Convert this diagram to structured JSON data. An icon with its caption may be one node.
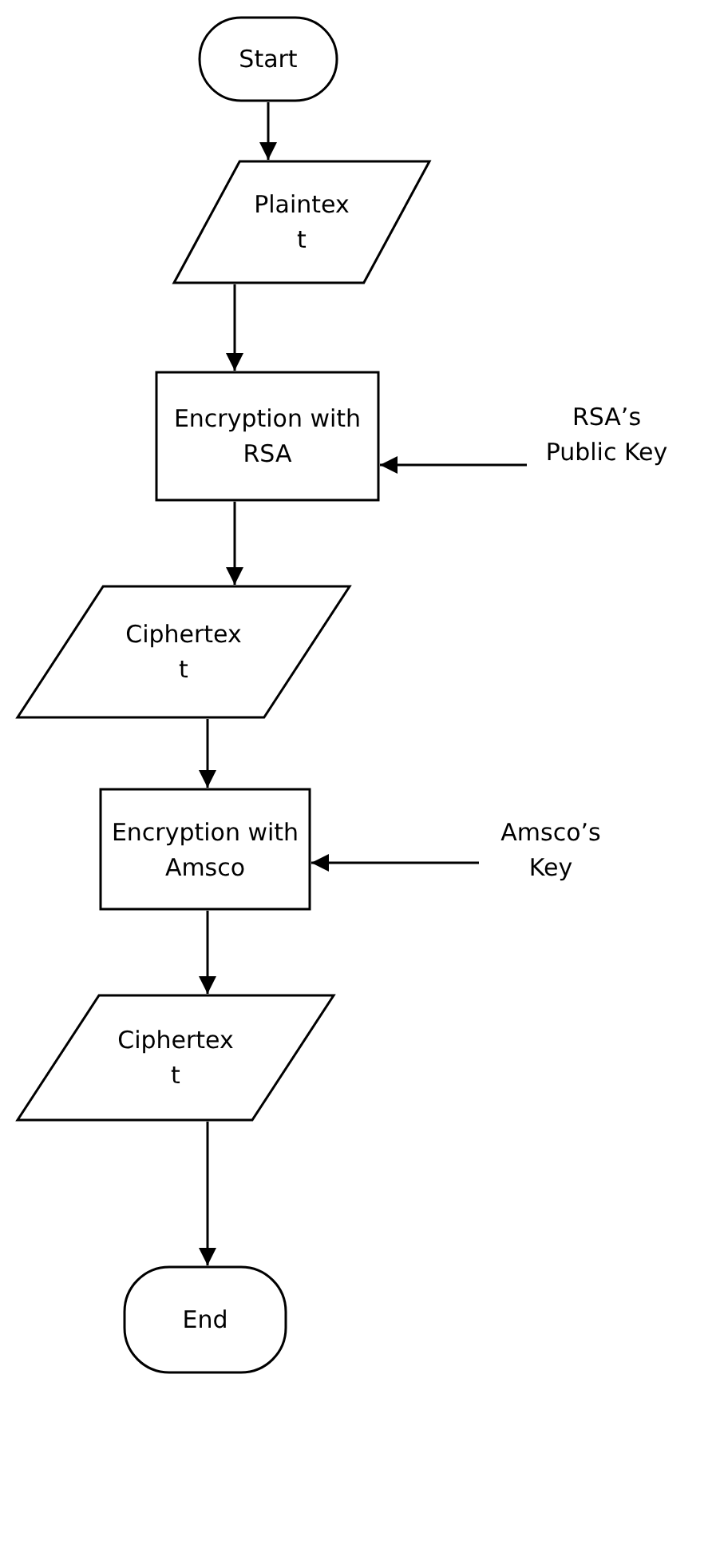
{
  "diagram": {
    "nodes": [
      {
        "text": [
          "Start"
        ]
      },
      {
        "text": [
          "Plaintex t"
        ]
      },
      {
        "text": [
          "Encryption with RSA"
        ]
      },
      {
        "text": [
          "RSA’s Public Key"
        ]
      },
      {
        "text": [
          "Ciphertex t"
        ]
      },
      {
        "text": [
          "Encryption with Amsco"
        ]
      },
      {
        "text": [
          "Amsco’s Key"
        ]
      },
      {
        "text": [
          "Ciphertex t"
        ]
      },
      {
        "text": [
          "End"
        ]
      }
    ],
    "edges": [
      {
        "from": 0,
        "to": 1,
        "arrow": "to"
      },
      {
        "from": 1,
        "to": 2,
        "arrow": "to"
      },
      {
        "from": 3,
        "to": 2,
        "arrow": "to"
      },
      {
        "from": 2,
        "to": 4,
        "arrow": "to"
      },
      {
        "from": 4,
        "to": 5,
        "arrow": "to"
      },
      {
        "from": 6,
        "to": 5,
        "arrow": "to"
      },
      {
        "from": 5,
        "to": 7,
        "arrow": "to"
      },
      {
        "from": 7,
        "to": 8,
        "arrow": "to"
      }
    ]
  }
}
